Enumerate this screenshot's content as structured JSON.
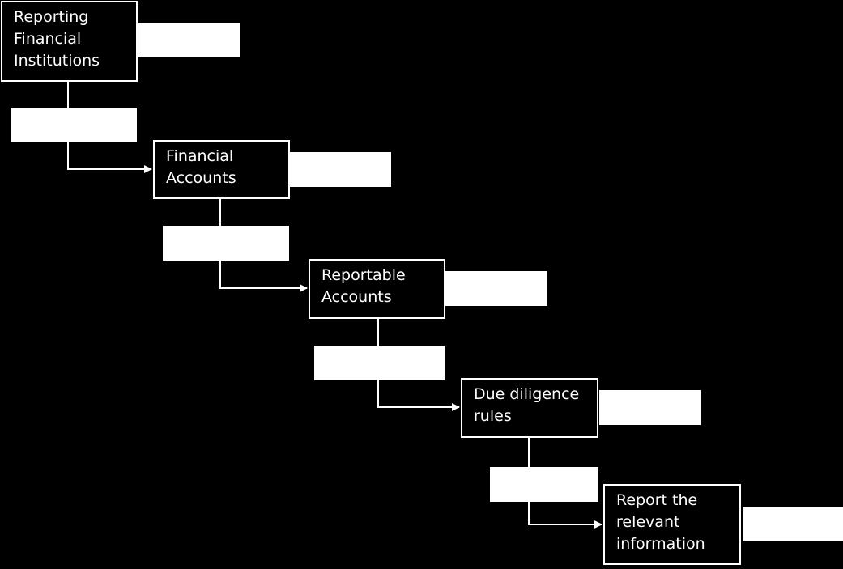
{
  "diagram": {
    "colors": {
      "background": "#000000",
      "foreground": "#ffffff"
    },
    "steps": [
      {
        "label": "Reporting\nFinancial\nInstitutions"
      },
      {
        "label": "Financial\nAccounts"
      },
      {
        "label": "Reportable\nAccounts"
      },
      {
        "label": "Due diligence\nrules"
      },
      {
        "label": "Report the\nrelevant\ninformation"
      }
    ]
  }
}
